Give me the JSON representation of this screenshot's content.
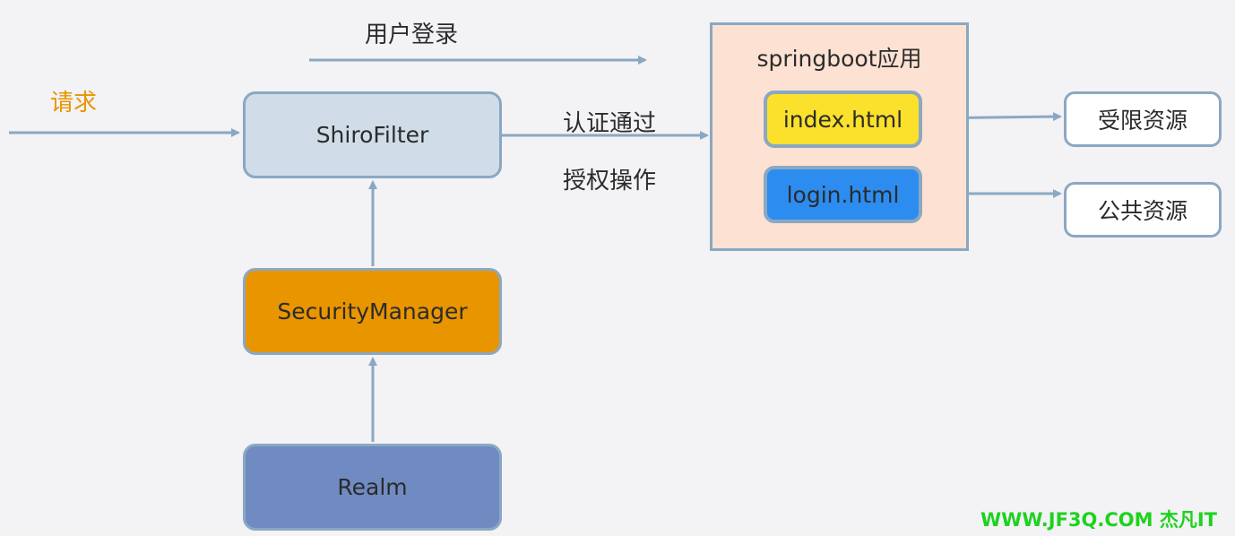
{
  "labels": {
    "user_login": "用户登录",
    "request": "请求",
    "auth_pass": "认证通过",
    "authorization": "授权操作"
  },
  "nodes": {
    "shiro_filter": "ShiroFilter",
    "security_manager": "SecurityManager",
    "realm": "Realm"
  },
  "app": {
    "title": "springboot应用",
    "index_page": "index.html",
    "login_page": "login.html"
  },
  "resources": {
    "restricted": "受限资源",
    "public": "公共资源"
  },
  "watermark": "WWW.JF3Q.COM 杰凡IT",
  "colors": {
    "background": "#f3f2f5",
    "arrow": "#8aa8c2",
    "shiro_filter": "#d0dde8",
    "security_manager": "#e89500",
    "realm": "#6f8bc2",
    "springboot_container": "#fde1d2",
    "index_page": "#fbe02c",
    "login_page": "#2d8cf0",
    "request_label": "#e89500",
    "watermark": "#1ed21e"
  }
}
